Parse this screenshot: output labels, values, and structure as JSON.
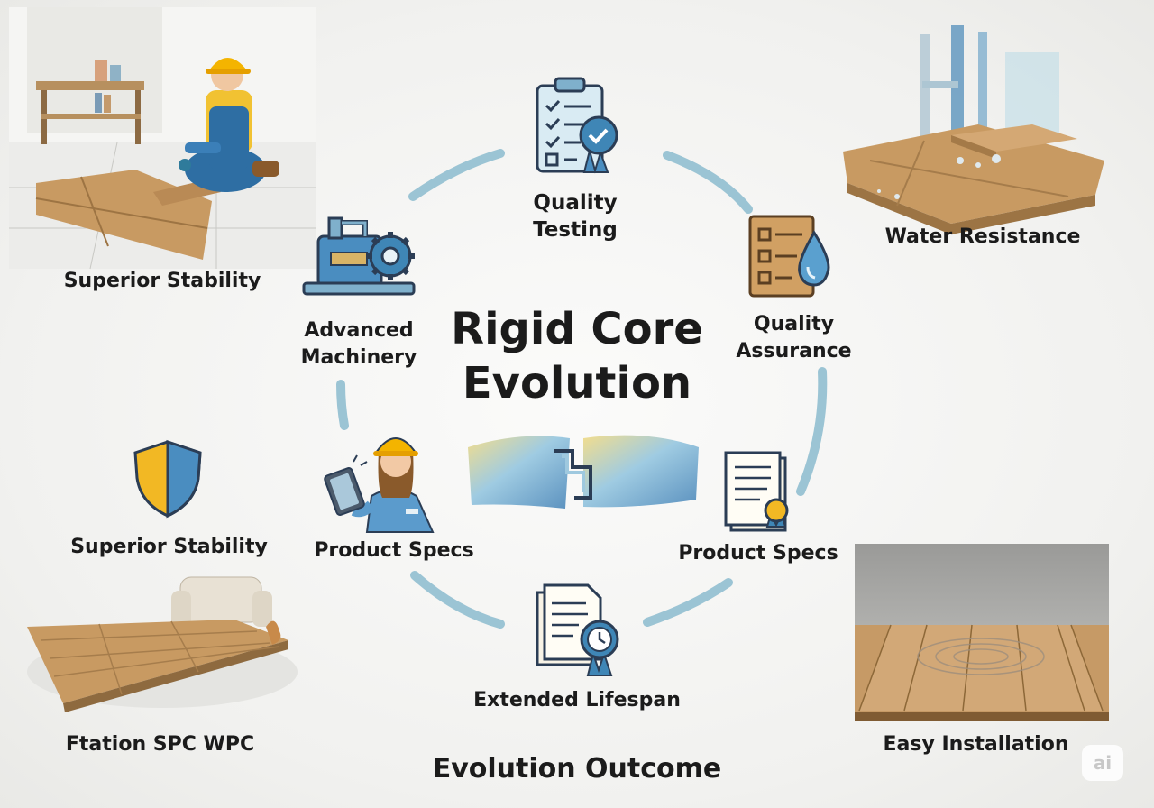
{
  "title": "Rigid Core Evolution",
  "outcome": "Evolution Outcome",
  "badge": "ai",
  "ring_nodes": {
    "quality_testing": "Quality Testing",
    "advanced_machinery": "Advanced Machinery",
    "quality_assurance": "Quality Assurance",
    "product_specs_left": "Product Specs",
    "product_specs_right": "Product Specs",
    "extended_lifespan": "Extended Lifespan"
  },
  "corners": {
    "top_left": "Superior Stability",
    "top_right": "Water Resistance",
    "mid_left": "Superior Stability",
    "bottom_left": "Ftation SPC WPC",
    "bottom_right": "Easy Installation"
  },
  "colors": {
    "ring": "#9bc4d4",
    "blue": "#3f86b6",
    "wood": "#c89a62",
    "yellow": "#f4c534"
  }
}
